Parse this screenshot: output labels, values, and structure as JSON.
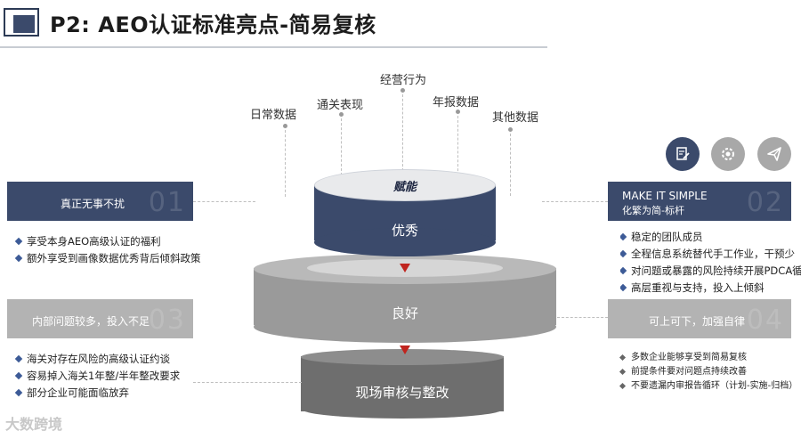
{
  "header": {
    "title": "P2: AEO认证标准亮点-简易复核"
  },
  "sources": [
    "日常数据",
    "通关表现",
    "经营行为",
    "年报数据",
    "其他数据"
  ],
  "center": {
    "lid_text": "赋能",
    "tiers": [
      "优秀",
      "良好",
      "现场审核与整改"
    ]
  },
  "panels": {
    "p1": {
      "title": "真正无事不扰",
      "num": "01",
      "bullets": [
        "享受本身AEO高级认证的福利",
        "额外享受到画像数据优秀背后倾斜政策"
      ]
    },
    "p2": {
      "title_line1": "MAKE IT SIMPLE",
      "title_line2": "化繁为简-标杆",
      "num": "02",
      "bullets": [
        "稳定的团队成员",
        "全程信息系统替代手工作业，干预少",
        "对问题或暴露的风险持续开展PDCA循",
        "高层重视与支持，投入上倾斜"
      ]
    },
    "p3": {
      "title": "内部问题较多，投入不足",
      "num": "03",
      "bullets": [
        "海关对存在风险的高级认证约谈",
        "容易掉入海关1年整/半年整改要求",
        "部分企业可能面临放弃"
      ]
    },
    "p4": {
      "title": "可上可下，加强自律",
      "num": "04",
      "bullets": [
        "多数企业能够享受到简易复核",
        "前提条件要对问题点持续改善",
        "不要遗漏内审报告循环（计划-实施-归档）"
      ]
    }
  },
  "icons": [
    "document-edit-icon",
    "gear-icon",
    "paper-plane-icon"
  ],
  "watermark": "大数跨境",
  "colors": {
    "navy": "#3b4a6b",
    "gray_dark": "#7a7a7a",
    "gray_mid": "#9a9a9a",
    "gray_light": "#b7b7b7",
    "accent_red": "#c0241e"
  }
}
